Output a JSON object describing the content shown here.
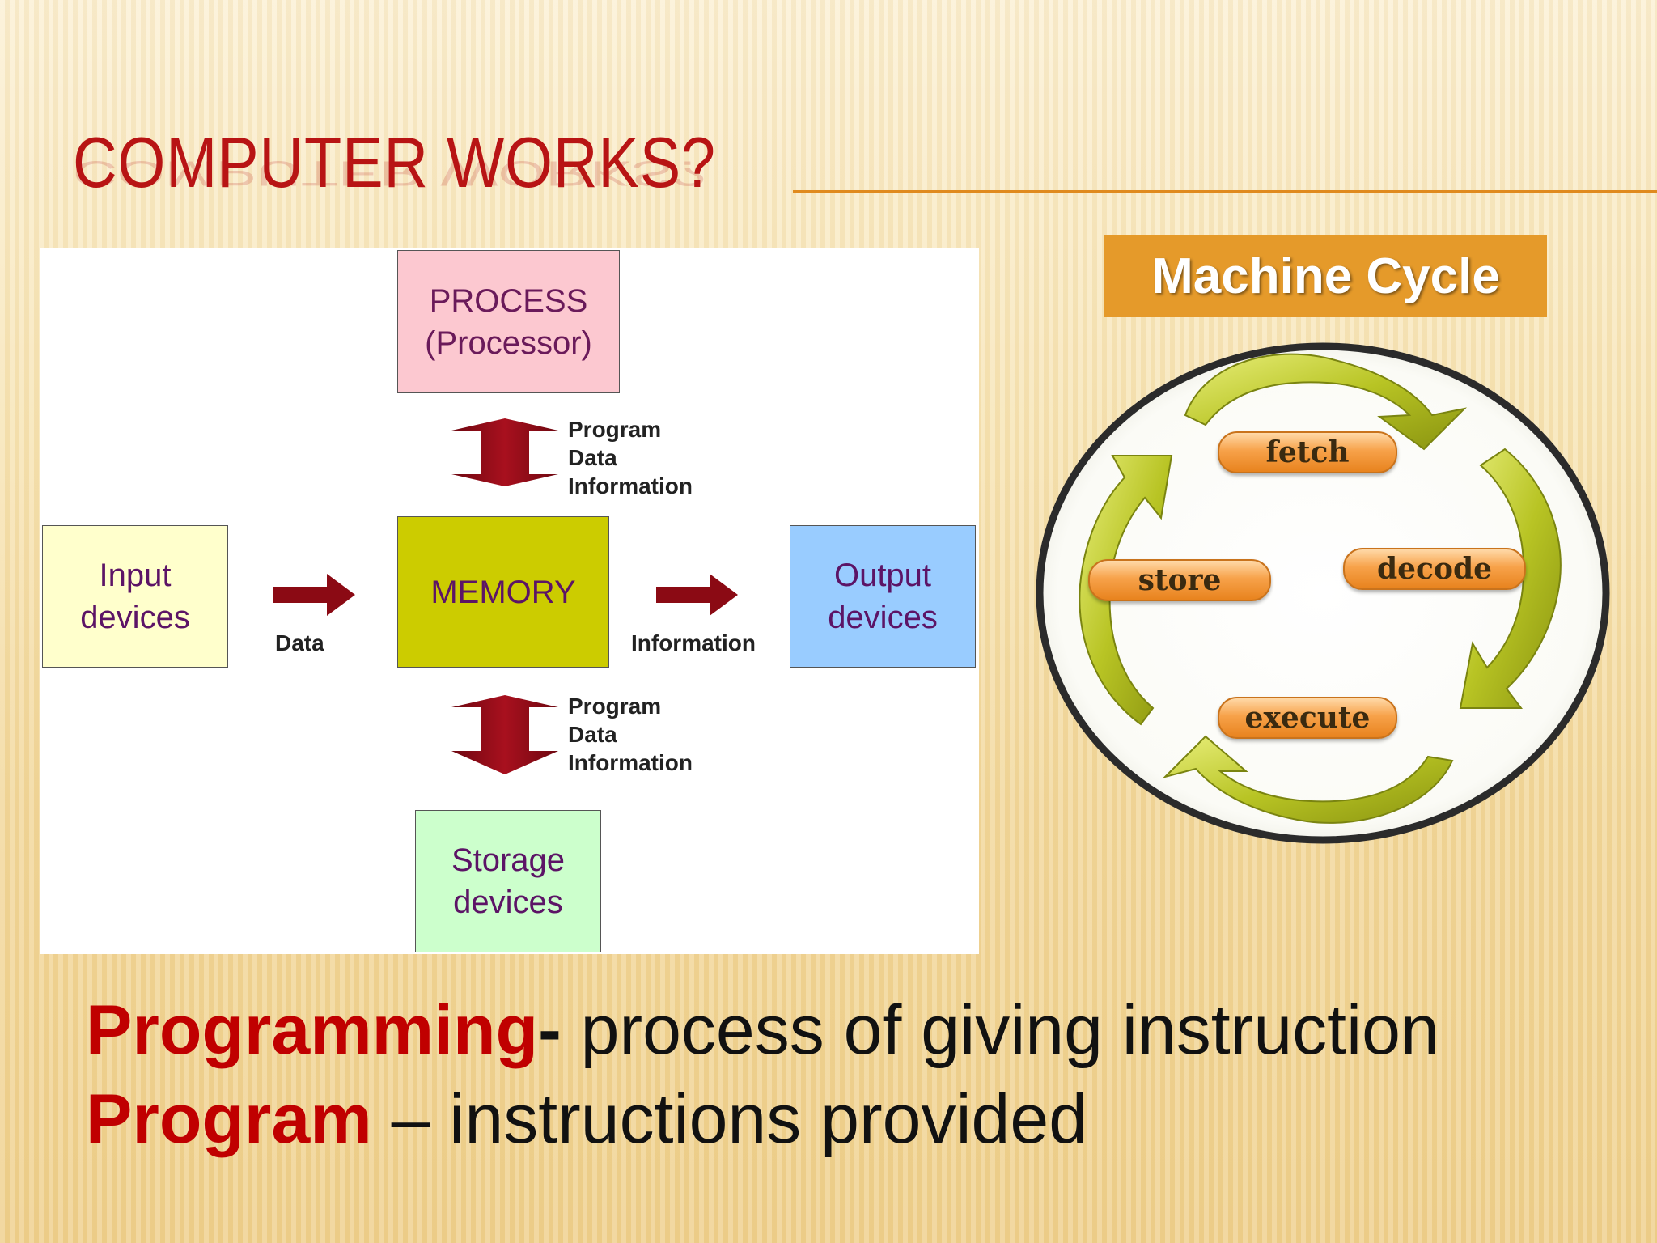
{
  "slide": {
    "title": "COMPUTER WORKS?"
  },
  "diagram": {
    "process": {
      "line1": "PROCESS",
      "line2": "(Processor)"
    },
    "memory": "MEMORY",
    "input": {
      "line1": "Input",
      "line2": "devices"
    },
    "output": {
      "line1": "Output",
      "line2": "devices"
    },
    "storage": {
      "line1": "Storage",
      "line2": "devices"
    },
    "top_arrow_labels": [
      "Program",
      "Data",
      "Information"
    ],
    "bottom_arrow_labels": [
      "Program",
      "Data",
      "Information"
    ],
    "left_arrow_label": "Data",
    "right_arrow_label": "Information"
  },
  "machine_cycle": {
    "title": "Machine Cycle",
    "steps": {
      "fetch": "fetch",
      "decode": "decode",
      "execute": "execute",
      "store": "store"
    }
  },
  "definitions": [
    {
      "term": "Programming",
      "separator": "-",
      "text": " process of giving instruction"
    },
    {
      "term": "Program",
      "separator": " –",
      "text": " instructions provided"
    }
  ],
  "colors": {
    "title_red": "#b81414",
    "arrow_dark_red": "#8b0a14",
    "badge_orange": "#e59a2a",
    "cycle_arrow_green": "#a8b418"
  }
}
